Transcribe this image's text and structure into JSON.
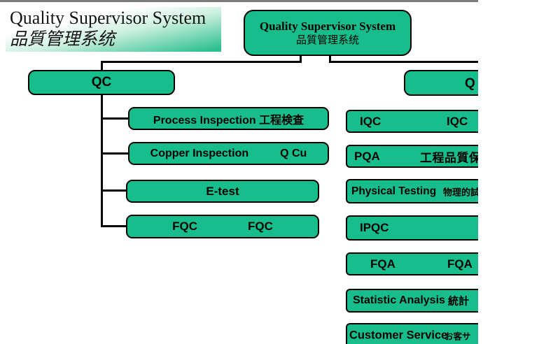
{
  "slide": {
    "banner": {
      "title_en": "Quality Supervisor System",
      "title_jp": "品質管理系统"
    },
    "root": {
      "title_en": "Quality Supervisor System",
      "title_jp": "品質管理系统"
    },
    "qc_branch": {
      "header": "QC",
      "process_inspection": "Process Inspection 工程検査",
      "copper_inspection_left": "Copper Inspection",
      "copper_inspection_right": "Q Cu",
      "e_test": "E-test",
      "fqc_left": "FQC",
      "fqc_right": "FQC"
    },
    "qa_branch": {
      "header": "Q",
      "iqc_left": "IQC",
      "iqc_right": "IQC",
      "pqa_left": "PQA",
      "pqa_right": "工程品質保",
      "physical_en": "Physical Testing",
      "physical_jp": "物理的試",
      "ipqc": "IPQC",
      "fqa_left": "FQA",
      "fqa_right": "FQA",
      "statistic_en": "Statistic Analysis",
      "statistic_jp": "統計",
      "customer_en": "Customer Service",
      "customer_jp": "お客サ"
    },
    "colors": {
      "node_fill": "#17be8c",
      "node_border": "#000000",
      "top_line": "#7b7b7b",
      "connector": "#000000",
      "banner_gradient_end": "#2dc08f"
    }
  }
}
